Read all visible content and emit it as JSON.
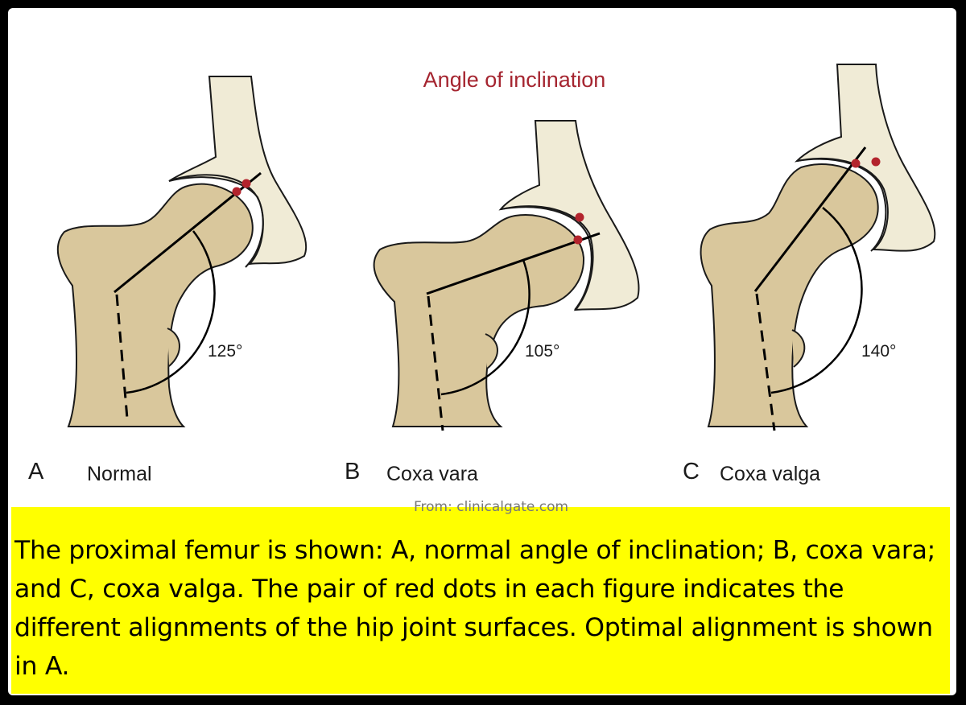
{
  "figure": {
    "title": "Angle of inclination",
    "panels": [
      {
        "letter": "A",
        "label": "Normal",
        "angle": "125°"
      },
      {
        "letter": "B",
        "label": "Coxa vara",
        "angle": "105°"
      },
      {
        "letter": "C",
        "label": "Coxa valga",
        "angle": "140°"
      }
    ],
    "source": "From: clinicalgate.com"
  },
  "caption": "The proximal femur is shown: A, normal angle of inclination; B, coxa vara; and C, coxa valga. The pair of red dots in each figure indicates the different alignments of the hip joint surfaces. Optimal alignment is shown in A.",
  "colors": {
    "bone": "#d9c79c",
    "pelvis": "#f0ebd6",
    "dot": "#b3242d",
    "caption_background": "#ffff00"
  }
}
